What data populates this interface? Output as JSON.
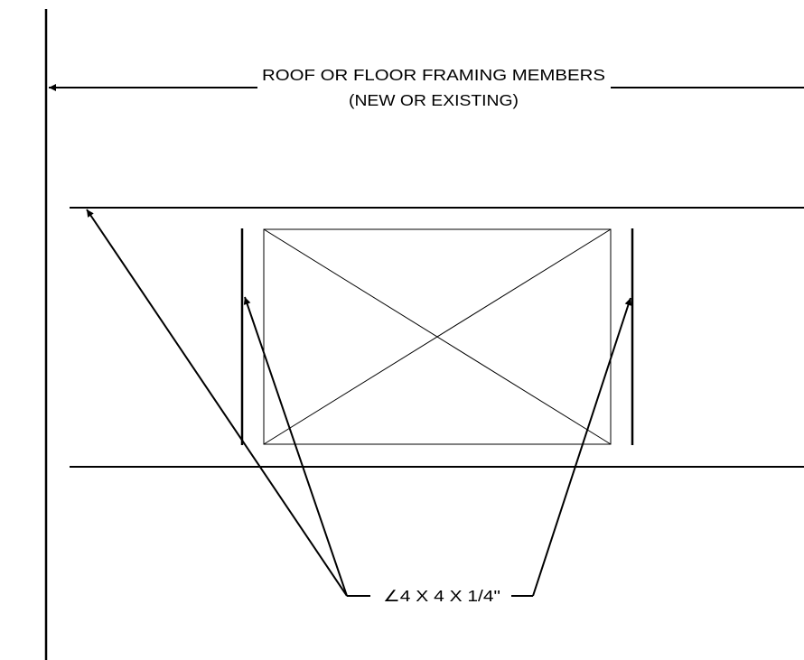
{
  "labels": {
    "framing_line1": "ROOF OR FLOOR FRAMING MEMBERS",
    "framing_line2": "(NEW OR EXISTING)",
    "angle_callout": "∠4 X 4 X 1/4\""
  },
  "colors": {
    "line": "#000000",
    "background": "#ffffff"
  }
}
